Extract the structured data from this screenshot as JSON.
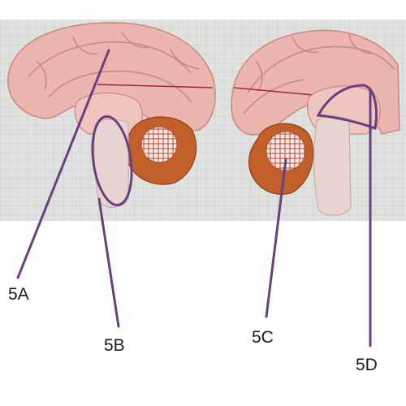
{
  "labels": {
    "a": "5A",
    "b": "5B",
    "c": "5C",
    "d": "5D"
  },
  "colors": {
    "pointer": "#6a3f7e",
    "brain": "#ecb5b0",
    "brain_dark": "#c98582",
    "cerebellum": "#c1602b",
    "stem": "#ead4d2",
    "table": "#dcdfdc"
  }
}
